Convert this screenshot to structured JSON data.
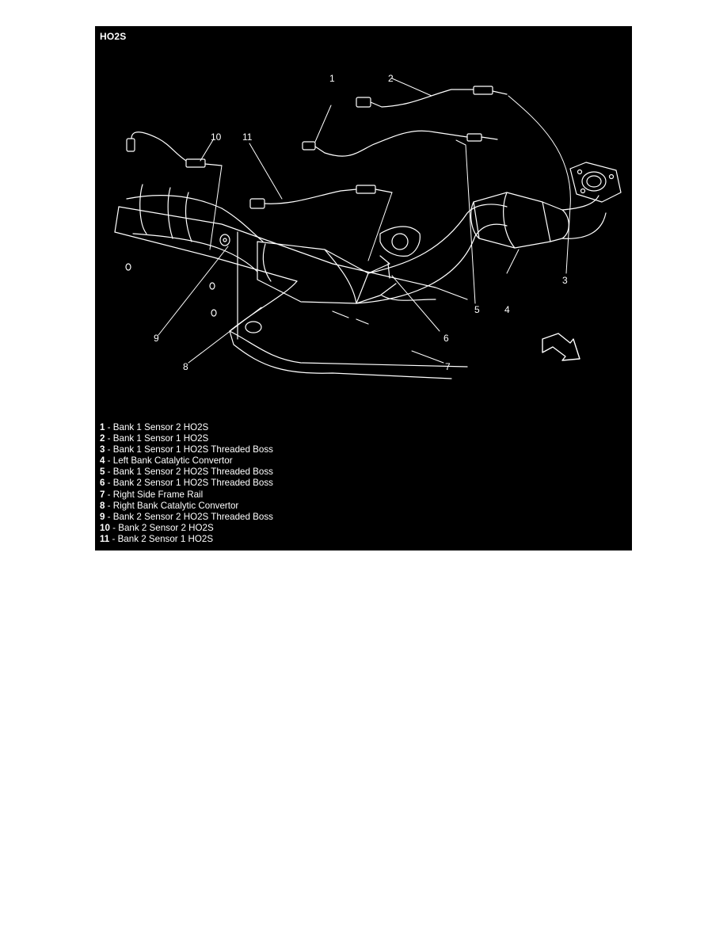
{
  "figure": {
    "title": "HO2S",
    "callouts": [
      "1",
      "2",
      "3",
      "4",
      "5",
      "6",
      "7",
      "8",
      "9",
      "10",
      "11"
    ],
    "legend": [
      {
        "num": "1",
        "sep": " - ",
        "text": "Bank 1 Sensor 2 HO2S"
      },
      {
        "num": "2",
        "sep": " - ",
        "text": "Bank 1 Sensor 1 HO2S"
      },
      {
        "num": "3",
        "sep": " - ",
        "text": "Bank 1 Sensor 1 HO2S Threaded Boss"
      },
      {
        "num": "4",
        "sep": " - ",
        "text": "Left Bank Catalytic Convertor"
      },
      {
        "num": "5",
        "sep": " - ",
        "text": "Bank 1 Sensor 2 HO2S Threaded Boss"
      },
      {
        "num": "6",
        "sep": " - ",
        "text": "Bank 2 Sensor 1 HO2S Threaded Boss"
      },
      {
        "num": "7",
        "sep": " - ",
        "text": "Right Side Frame Rail"
      },
      {
        "num": "8",
        "sep": " - ",
        "text": "Right Bank Catalytic Convertor"
      },
      {
        "num": "9",
        "sep": " - ",
        "text": "Bank 2 Sensor 2 HO2S Threaded Boss"
      },
      {
        "num": "10",
        "sep": " - ",
        "text": "Bank 2 Sensor 2 HO2S"
      },
      {
        "num": "11",
        "sep": " - ",
        "text": "Bank 2 Sensor 1 HO2S"
      }
    ]
  }
}
